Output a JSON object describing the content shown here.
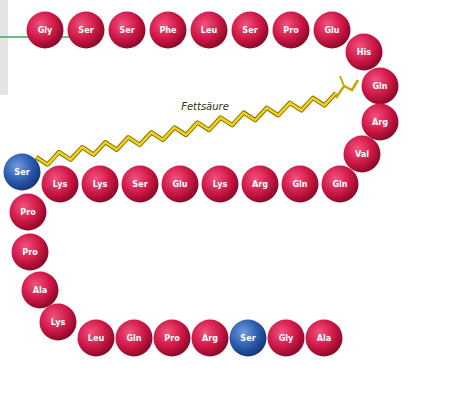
{
  "diagram": {
    "nodes": [
      {
        "text": [
          "Gly"
        ]
      },
      {
        "text": [
          "Ser"
        ]
      },
      {
        "text": [
          "Ser"
        ]
      },
      {
        "text": [
          "Phe"
        ]
      },
      {
        "text": [
          "Leu"
        ]
      },
      {
        "text": [
          "Ser"
        ]
      },
      {
        "text": [
          "Pro"
        ]
      },
      {
        "text": [
          "Glu"
        ]
      },
      {
        "text": [
          "His"
        ]
      },
      {
        "text": [
          "Gln"
        ]
      },
      {
        "text": [
          "Arg"
        ]
      },
      {
        "text": [
          "Val"
        ]
      },
      {
        "text": [
          "Gln"
        ]
      },
      {
        "text": [
          "Gln"
        ]
      },
      {
        "text": [
          "Arg"
        ]
      },
      {
        "text": [
          "Lys"
        ]
      },
      {
        "text": [
          "Glu"
        ]
      },
      {
        "text": [
          "Ser"
        ]
      },
      {
        "text": [
          "Lys"
        ]
      },
      {
        "text": [
          "Lys"
        ]
      },
      {
        "text": [
          "Ser"
        ]
      },
      {
        "text": [
          "Pro"
        ]
      },
      {
        "text": [
          "Pro"
        ]
      },
      {
        "text": [
          "Ala"
        ]
      },
      {
        "text": [
          "Lys"
        ]
      },
      {
        "text": [
          "Leu"
        ]
      },
      {
        "text": [
          "Gln"
        ]
      },
      {
        "text": [
          "Pro"
        ]
      },
      {
        "text": [
          "Arg"
        ]
      },
      {
        "text": [
          "Ser"
        ]
      },
      {
        "text": [
          "Gly"
        ]
      },
      {
        "text": [
          "Ala"
        ]
      }
    ],
    "labels": [
      "Fettsäure"
    ]
  }
}
